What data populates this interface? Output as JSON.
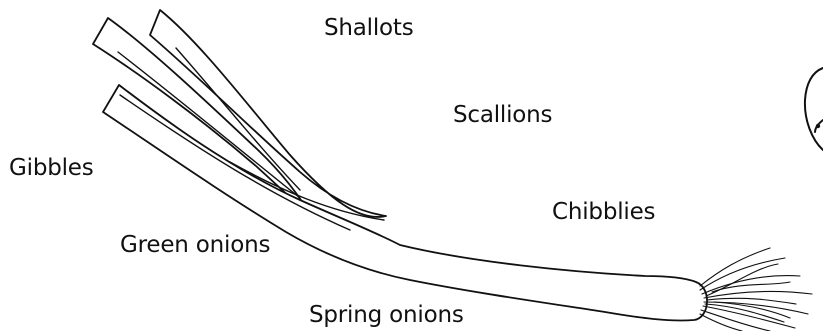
{
  "illustration": {
    "subject": "green-onion-drawing",
    "partial_figure": "cut-off-figure-at-right-edge"
  },
  "labels": {
    "shallots": "Shallots",
    "scallions": "Scallions",
    "gibbles": "Gibbles",
    "chibblies": "Chibblies",
    "green_onions": "Green onions",
    "spring_onions": "Spring onions"
  },
  "colors": {
    "ink": "#111111",
    "background": "#ffffff"
  }
}
